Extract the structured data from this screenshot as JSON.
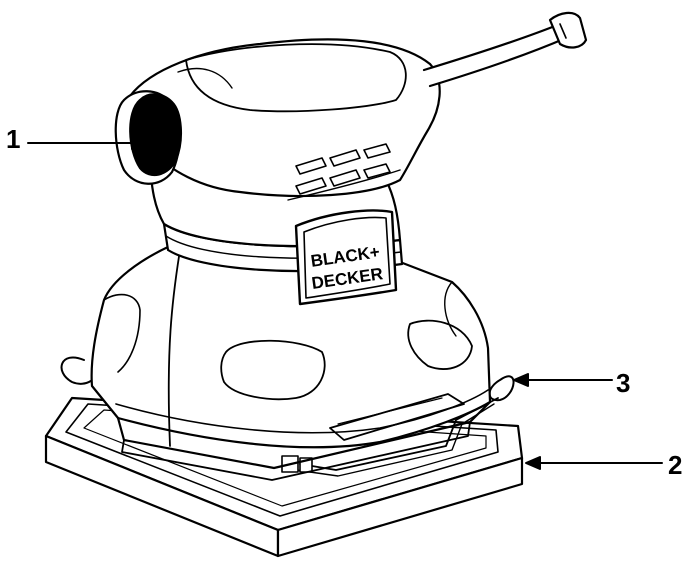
{
  "callouts": {
    "one": "1",
    "two": "2",
    "three": "3"
  },
  "brand": {
    "line1": "BLACK+",
    "line2": "DECKER"
  },
  "colors": {
    "ink": "#000000",
    "paper": "#ffffff"
  }
}
